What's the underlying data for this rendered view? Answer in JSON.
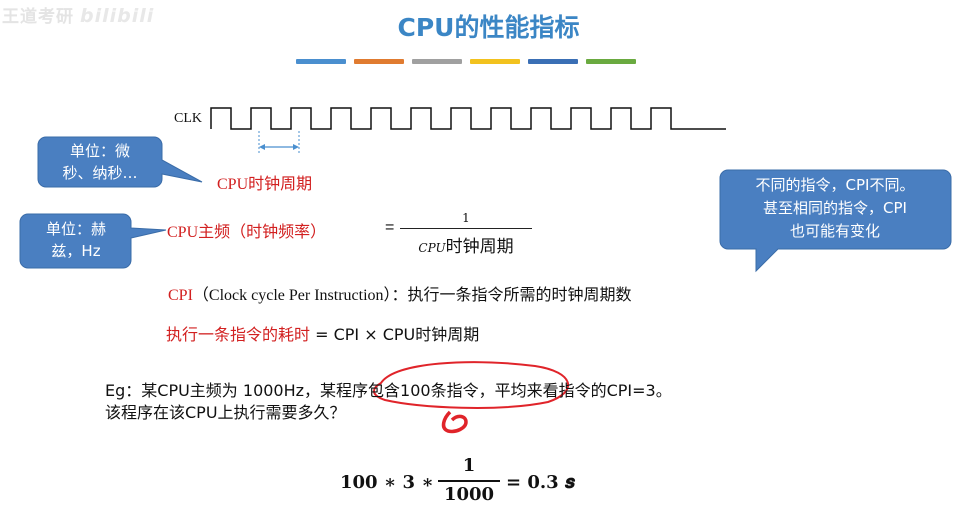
{
  "watermark": {
    "text": "王道考研",
    "site": "bilibili"
  },
  "title": "CPU的性能指标",
  "colorbar": [
    "#4a8fcf",
    "#e07b30",
    "#a0a0a0",
    "#f2c21e",
    "#3a6fb5",
    "#6aaa40"
  ],
  "clock": {
    "label": "CLK",
    "period_label": "CPU时钟周期"
  },
  "callouts": {
    "unit_time": "单位：微\n秒、纳秒…",
    "unit_freq": "单位：赫\n兹，Hz",
    "cpi_note": "不同的指令，CPI不同。\n甚至相同的指令，CPI\n也可能有变化"
  },
  "frequency": {
    "label": "CPU主频（时钟频率）",
    "equals": "=",
    "numerator": "1",
    "denominator_prefix": "CPU",
    "denominator_suffix": "时钟周期"
  },
  "cpi": {
    "abbr": "CPI",
    "full_name": "（Clock cycle Per Instruction）",
    "definition": "：执行一条指令所需的时钟周期数"
  },
  "instruction_time": {
    "label": "执行一条指令的耗时",
    "formula": " = CPI × CPU时钟周期"
  },
  "example": {
    "line1": "Eg：某CPU主频为 1000Hz，某程序包含100条指令，平均来看指令的CPI=3。",
    "line2": "该程序在该CPU上执行需要多久？"
  },
  "solution": {
    "lhs": "100 ∗ 3 ∗",
    "numerator": "1",
    "denominator": "1000",
    "rhs": "= 0.3 𝒔"
  }
}
